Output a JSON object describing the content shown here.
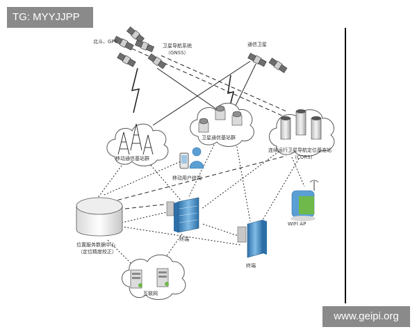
{
  "watermarks": {
    "top_left": "TG: MYYJJPP",
    "bottom_right": "www.geipi.org"
  },
  "labels": {
    "beidou_gps": "北斗、GPS",
    "gnss": "卫星导航系统",
    "gnss_abbr": "（GNSS）",
    "comm_satellite": "通信卫星",
    "mobile_base": "移动通信基站群",
    "sat_base": "卫星通信基站群",
    "cors": "连续运行卫星导航定位基准站",
    "cors_abbr": "（CORS）",
    "mobile_user": "移动用户终端",
    "wifi_ap": "WIFI AP",
    "location_center": "位置服务数据中心",
    "location_center_sub": "（定位精度校正）",
    "terminal_a": "终端",
    "terminal_b": "终端",
    "internet": "互联网"
  },
  "colors": {
    "line": "#222222",
    "cloud_stroke": "#555555",
    "building_blue": "#5a9fd4",
    "building_dark": "#2d6fa8",
    "building_green": "#6fb84a",
    "device_gray": "#9a9a9a",
    "watermark_bg": "#8a8a8a"
  },
  "icons": [
    "satellite-icon",
    "tower-icon",
    "phone-icon",
    "person-icon",
    "dish-icon",
    "database-icon",
    "server-icon",
    "building-icon",
    "wifi-icon"
  ]
}
